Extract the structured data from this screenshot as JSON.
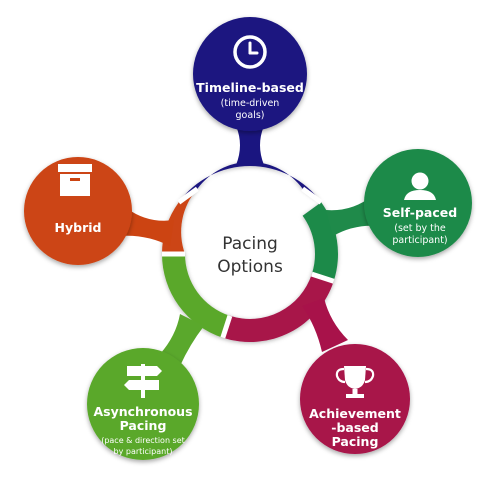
{
  "center": {
    "line1": "Pacing",
    "line2": "Options"
  },
  "nodes": {
    "timeline": {
      "title": "Timeline-based",
      "sub1": "(time-driven",
      "sub2": "goals)",
      "icon": "clock-icon",
      "color": "#1a1580"
    },
    "selfpaced": {
      "title": "Self-paced",
      "sub1": "(set by the",
      "sub2": "participant)",
      "icon": "person-icon",
      "color": "#1f8a4a"
    },
    "achievement": {
      "line1": "Achievement",
      "line2": "-based",
      "line3": "Pacing",
      "icon": "trophy-icon",
      "color": "#a8124a"
    },
    "asynchronous": {
      "line1": "Asynchronous",
      "line2": "Pacing",
      "sub1": "(pace & direction set",
      "sub2": "by participant)",
      "icon": "signpost-icon",
      "color": "#5aa82c"
    },
    "hybrid": {
      "title": "Hybrid",
      "icon": "box-icon",
      "color": "#cc4412"
    }
  }
}
